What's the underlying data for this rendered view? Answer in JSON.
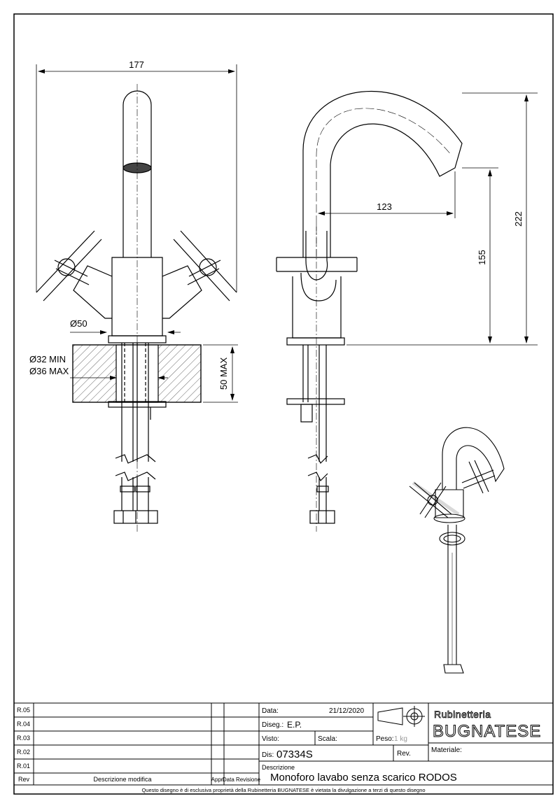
{
  "dimensions": {
    "width_total": "177",
    "base_diameter": "Ø50",
    "hole_min": "Ø32 MIN",
    "hole_max": "Ø36 MAX",
    "deck_thickness": "50 MAX",
    "spout_reach": "123",
    "spout_height": "155",
    "total_height": "222"
  },
  "revision_table": {
    "rows": [
      "R.05",
      "R.04",
      "R.03",
      "R.02",
      "R.01"
    ],
    "header_rev": "Rev",
    "header_description": "Descrizione modifica",
    "header_approved": "Appr.",
    "header_revision_date": "Data Revisione"
  },
  "title_block": {
    "date_label": "Data:",
    "date_value": "21/12/2020",
    "designer_label": "Diseg.:",
    "designer_value": "E.P.",
    "checked_label": "Visto:",
    "scale_label": "Scala:",
    "weight_label": "Peso:",
    "weight_value": "1 kg",
    "drawing_label": "Dis:",
    "drawing_number": "07334S",
    "rev_label": "Rev.",
    "material_label": "Materiale:",
    "description_label": "Descrizione",
    "description_value": "Monoforo lavabo senza scarico RODOS",
    "company_line1": "Rubinetteria",
    "company_line2": "BUGNATESE",
    "footer_notice": "Questo disegno è di esclusiva proprietà della Rubinetteria BUGNATESE è vietata la divulgazione a terzi di questo disegno"
  }
}
